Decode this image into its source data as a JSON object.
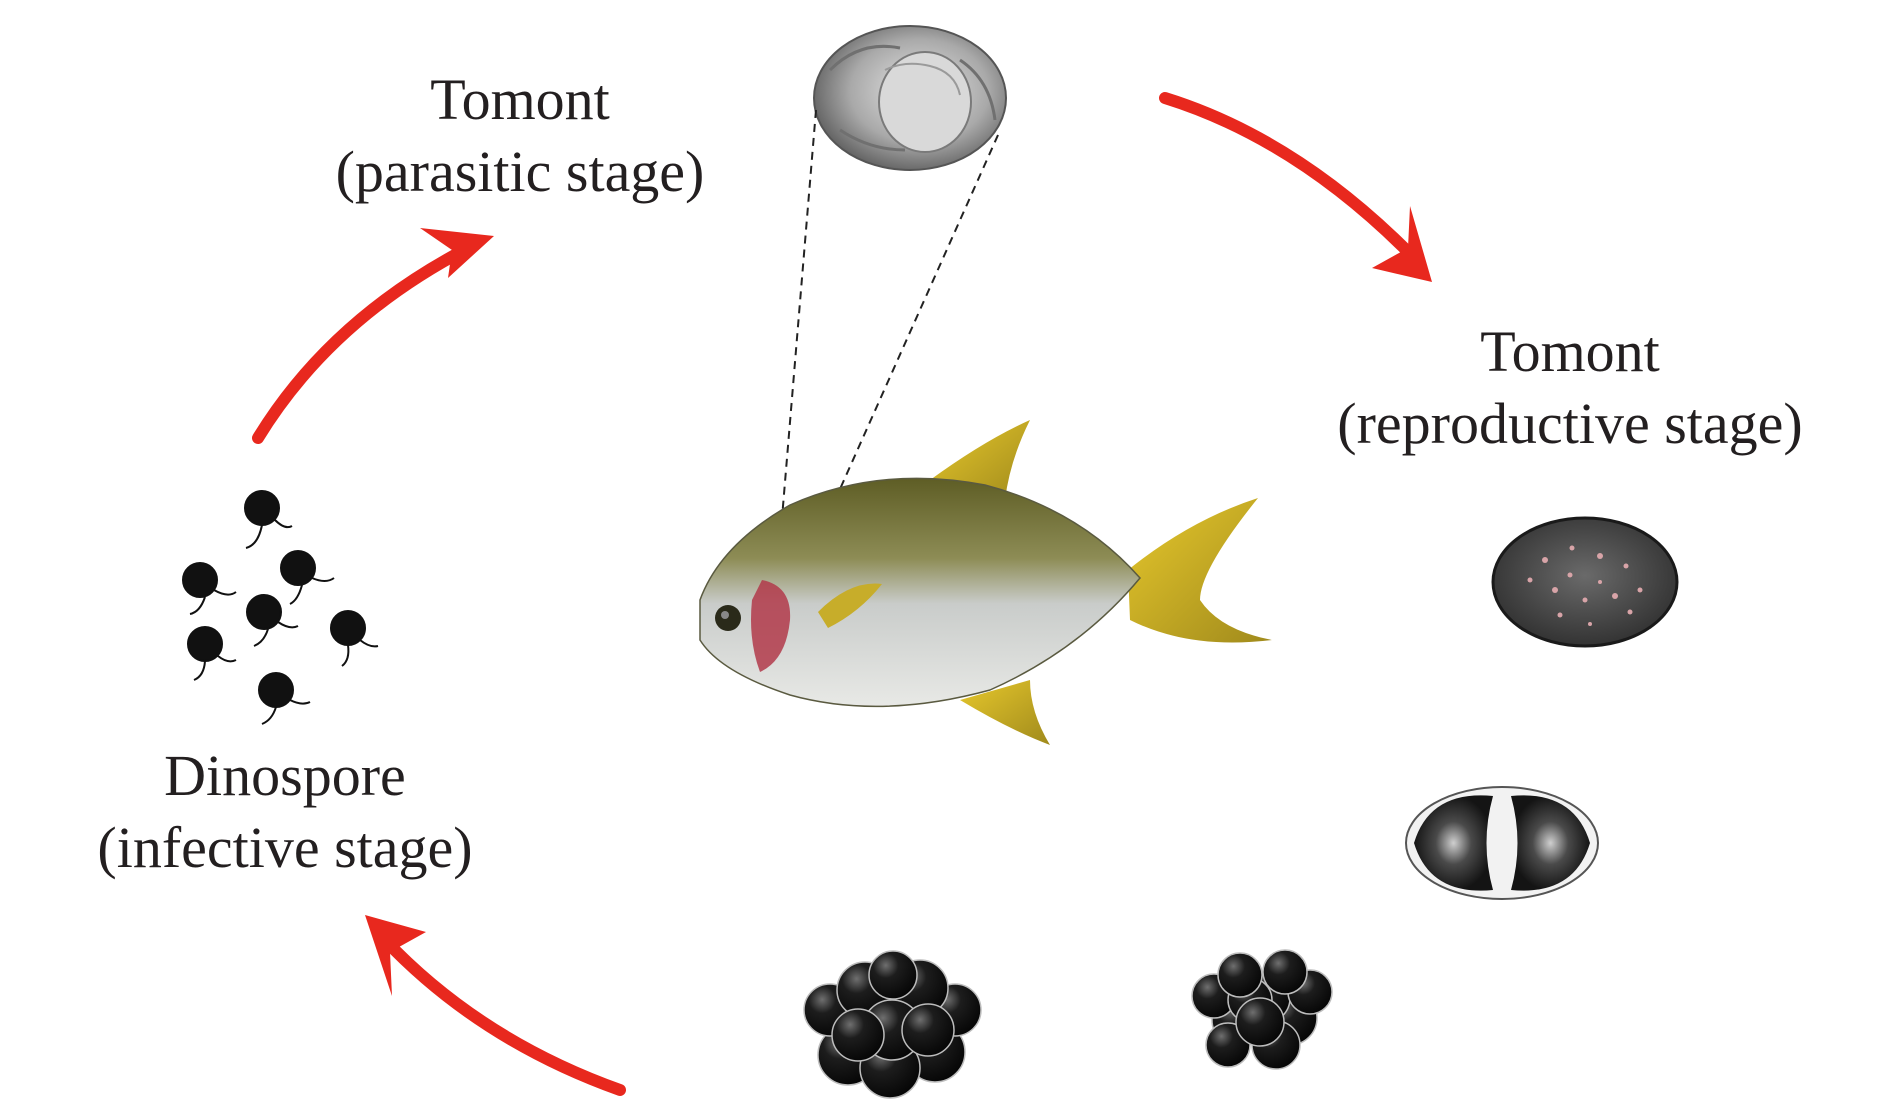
{
  "labels": {
    "parasitic": {
      "line1": "Tomont",
      "line2": "(parasitic stage)"
    },
    "reproductive": {
      "line1": "Tomont",
      "line2": "(reproductive stage)"
    },
    "infective": {
      "line1": "Dinospore",
      "line2": "(infective stage)"
    }
  },
  "colors": {
    "arrow": "#e8281e",
    "text": "#231f20",
    "cell": "#111111",
    "fish_back": "#6b6a2e",
    "fish_belly": "#d7dadb",
    "fin": "#d1b21f",
    "gill_lesion": "#b23a4a"
  },
  "icons": {
    "cycle_arrows": "curved-arrow-icon",
    "sem_inset": "parasite-micrograph-icon",
    "host": "pompano-fish-icon"
  }
}
